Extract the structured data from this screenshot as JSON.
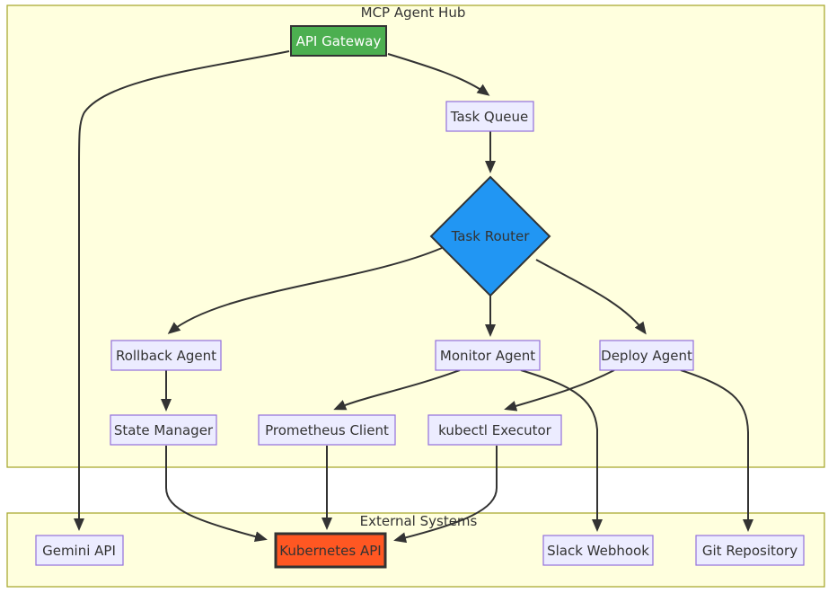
{
  "diagram": {
    "clusters": {
      "hub": {
        "label": "MCP Agent Hub",
        "fill": "#ffffde",
        "stroke": "#aaaa33"
      },
      "external": {
        "label": "External Systems",
        "fill": "#ffffde",
        "stroke": "#aaaa33"
      }
    },
    "nodes": {
      "api_gateway": {
        "label": "API Gateway",
        "fill": "#4caf50",
        "stroke": "#333333",
        "text_color": "#ffffff",
        "shape": "rect"
      },
      "task_queue": {
        "label": "Task Queue",
        "fill": "#ececff",
        "stroke": "#9370db",
        "shape": "rect"
      },
      "task_router": {
        "label": "Task Router",
        "fill": "#2196f3",
        "stroke": "#333333",
        "text_color": "#333333",
        "shape": "diamond"
      },
      "rollback_agent": {
        "label": "Rollback Agent",
        "fill": "#ececff",
        "stroke": "#9370db",
        "shape": "rect"
      },
      "monitor_agent": {
        "label": "Monitor Agent",
        "fill": "#ececff",
        "stroke": "#9370db",
        "shape": "rect"
      },
      "deploy_agent": {
        "label": "Deploy Agent",
        "fill": "#ececff",
        "stroke": "#9370db",
        "shape": "rect"
      },
      "state_manager": {
        "label": "State Manager",
        "fill": "#ececff",
        "stroke": "#9370db",
        "shape": "rect"
      },
      "prometheus_client": {
        "label": "Prometheus Client",
        "fill": "#ececff",
        "stroke": "#9370db",
        "shape": "rect"
      },
      "kubectl_executor": {
        "label": "kubectl Executor",
        "fill": "#ececff",
        "stroke": "#9370db",
        "shape": "rect"
      },
      "gemini_api": {
        "label": "Gemini API",
        "fill": "#ececff",
        "stroke": "#9370db",
        "shape": "rect"
      },
      "kubernetes_api": {
        "label": "Kubernetes API",
        "fill": "#ff5722",
        "stroke": "#333333",
        "text_color": "#333333",
        "shape": "rect"
      },
      "slack_webhook": {
        "label": "Slack Webhook",
        "fill": "#ececff",
        "stroke": "#9370db",
        "shape": "rect"
      },
      "git_repository": {
        "label": "Git Repository",
        "fill": "#ececff",
        "stroke": "#9370db",
        "shape": "rect"
      }
    },
    "edges": [
      {
        "from": "API Gateway",
        "to": "Task Queue"
      },
      {
        "from": "API Gateway",
        "to": "Gemini API"
      },
      {
        "from": "Task Queue",
        "to": "Task Router"
      },
      {
        "from": "Task Router",
        "to": "Rollback Agent"
      },
      {
        "from": "Task Router",
        "to": "Monitor Agent"
      },
      {
        "from": "Task Router",
        "to": "Deploy Agent"
      },
      {
        "from": "Rollback Agent",
        "to": "State Manager"
      },
      {
        "from": "Monitor Agent",
        "to": "Prometheus Client"
      },
      {
        "from": "Monitor Agent",
        "to": "Slack Webhook"
      },
      {
        "from": "Deploy Agent",
        "to": "kubectl Executor"
      },
      {
        "from": "Deploy Agent",
        "to": "Git Repository"
      },
      {
        "from": "State Manager",
        "to": "Kubernetes API"
      },
      {
        "from": "Prometheus Client",
        "to": "Kubernetes API"
      },
      {
        "from": "kubectl Executor",
        "to": "Kubernetes API"
      }
    ],
    "edge_color": "#333333"
  }
}
